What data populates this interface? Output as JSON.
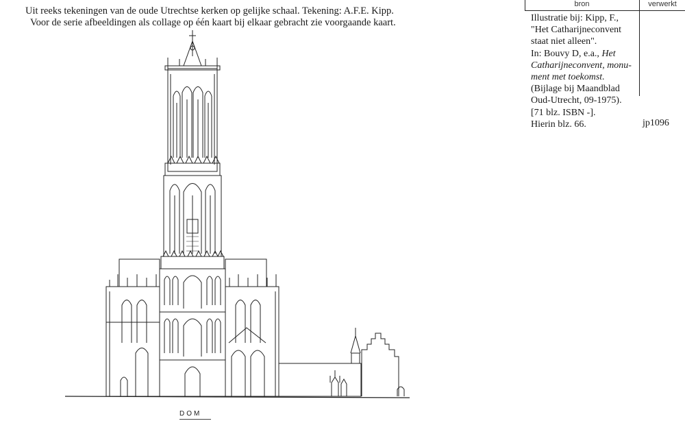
{
  "caption": {
    "line1": "Uit reeks tekeningen van de oude Utrechtse kerken op gelijke schaal. Tekening: A.F.E. Kipp.",
    "line2": "Voor de serie afbeeldingen als collage op één kaart bij elkaar gebracht zie voorgaande kaart."
  },
  "meta_table": {
    "col1_header": "bron",
    "col2_header": "verwerkt"
  },
  "reference": {
    "l1": "Illustratie bij: Kipp, F.,",
    "l2": "\"Het Catharijneconvent",
    "l3": "staat niet alleen\".",
    "l4_pre": "In: Bouvy D, e.a., ",
    "l4_it": "Het",
    "l5_it": "Catharijneconvent, monu-",
    "l6_it": "ment met toekomst.",
    "l7": "(Bijlage bij Maandblad",
    "l8": "Oud-Utrecht, 09-1975).",
    "l9": "[71  blz. ISBN -].",
    "l10": "Hierin blz. 66."
  },
  "code": "jp1096",
  "drawing_label": "DOM"
}
